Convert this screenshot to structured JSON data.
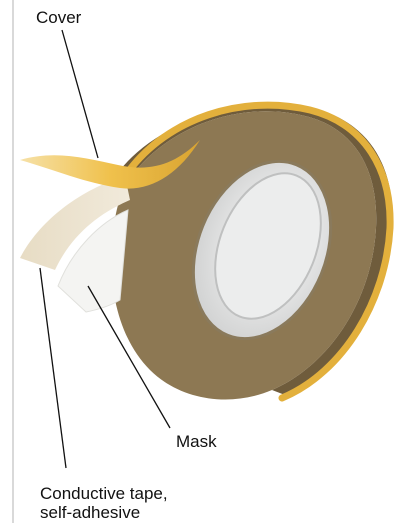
{
  "labels": {
    "cover": "Cover",
    "mask": "Mask",
    "conductive_tape_line1": "Conductive tape,",
    "conductive_tape_line2": "self-adhesive"
  },
  "colors": {
    "tape_body": "#8f7a55",
    "tape_edge": "#6e5b3c",
    "cover_strip": "#e8b23a",
    "mask_strip": "#f1f1ef",
    "core": "#d7d8d8"
  }
}
